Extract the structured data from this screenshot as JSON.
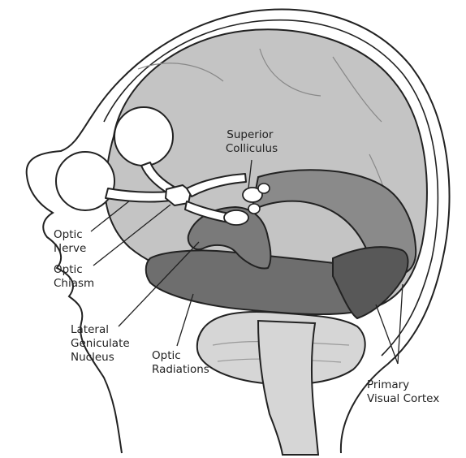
{
  "labels": {
    "superior_colliculus": [
      "Superior",
      "Colliculus"
    ],
    "optic_nerve": [
      "Optic",
      "Nerve"
    ],
    "optic_chiasm": [
      "Optic",
      "Chiasm"
    ],
    "lateral_geniculate_nucleus": [
      "Lateral",
      "Geniculate",
      "Nucleus"
    ],
    "optic_radiations": [
      "Optic",
      "Radiations"
    ],
    "primary_visual_cortex": [
      "Primary",
      "Visual Cortex"
    ]
  },
  "colors": {
    "background": "#ffffff",
    "head": "#ffffff",
    "brain": "#c4c4c4",
    "pathway_dark": "#6e6e6e",
    "pathway_mid": "#8a8a8a",
    "cerebellum": "#d6d6d6",
    "outline": "#222222"
  }
}
